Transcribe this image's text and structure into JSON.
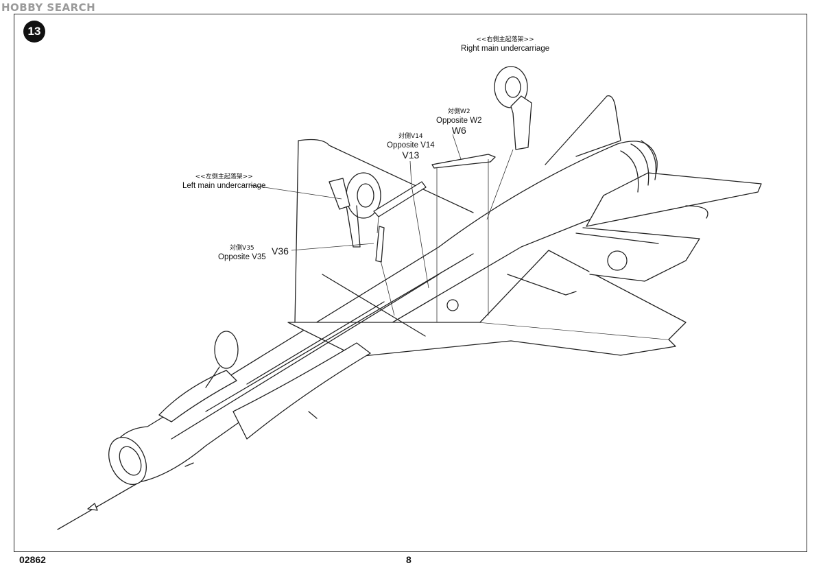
{
  "watermark": "HOBBY SEARCH",
  "step_number": "13",
  "labels": {
    "right_main": {
      "cn": "<<右側主起落架>>",
      "en": "Right main undercarriage"
    },
    "left_main": {
      "cn": "<<左側主起落架>>",
      "en": "Left main undercarriage"
    },
    "opposite_w2": {
      "cn": "対側W2",
      "en": "Opposite W2",
      "part": "W6"
    },
    "opposite_v14": {
      "cn": "対側V14",
      "en": "Opposite V14",
      "part": "V13"
    },
    "opposite_v35": {
      "cn": "対側V35",
      "en": "Opposite V35",
      "part": "V36"
    }
  },
  "footer": {
    "code": "02862",
    "page": "8"
  }
}
